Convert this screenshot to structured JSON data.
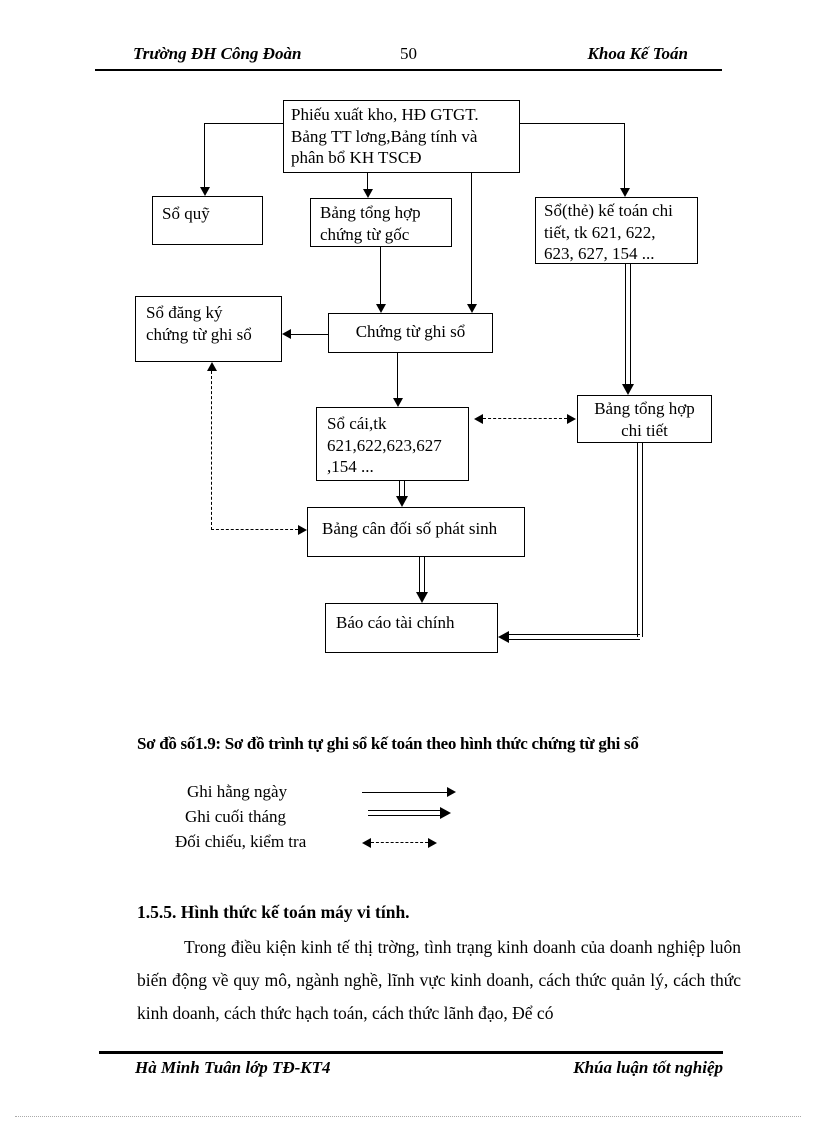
{
  "header": {
    "left": "Trường ĐH Công Đoàn",
    "page_number": "50",
    "right": "Khoa Kế Toán"
  },
  "flowchart": {
    "source_docs": "Phiếu xuất kho, HĐ GTGT.\nBảng TT lơng,Bảng  tính và\nphân bổ KH TSCĐ",
    "so_quy": "Sổ quỹ",
    "bang_tong_hop_goc": "Bảng tổng hợp\nchứng từ gốc",
    "so_the_ke_toan": "Sổ(thẻ) kế toán chi\ntiết, tk 621, 622,\n623, 627, 154 ...",
    "so_dang_ky": "Sổ đăng ký\nchứng từ ghi sổ",
    "chung_tu_ghi_so": "Chứng từ ghi sổ",
    "so_cai": "Sổ cái,tk\n621,622,623,627\n,154 ...",
    "bang_tong_hop_chi_tiet": "Bảng tổng hợp\nchi tiết",
    "bang_can_doi": "Bảng cân đối số phát sinh",
    "bao_cao": "Báo cáo tài chính"
  },
  "caption": "Sơ đồ số1.9: Sơ đồ trình tự ghi sổ kế toán theo hình thức chứng từ ghi sổ",
  "legend": {
    "daily": "Ghi  hằng ngày",
    "monthly": "Ghi cuối tháng",
    "check": "Đối chiếu, kiểm tra"
  },
  "section": {
    "heading": "1.5.5. Hình thức kế toán máy vi tính.",
    "paragraph": "Trong điều kiện kinh tế thị trờng,  tình trạng kinh doanh của doanh nghiệp luôn biến động về quy mô, ngành nghề, lĩnh vực kinh doanh, cách thức quản lý, cách thức kinh doanh, cách thức hạch toán, cách thức lãnh đạo, Để có"
  },
  "footer": {
    "left": "Hà Minh Tuân lớp TĐ-KT4",
    "right": "Khúa luận tốt nghiệp"
  },
  "colors": {
    "ink": "#000000",
    "paper": "#ffffff"
  }
}
